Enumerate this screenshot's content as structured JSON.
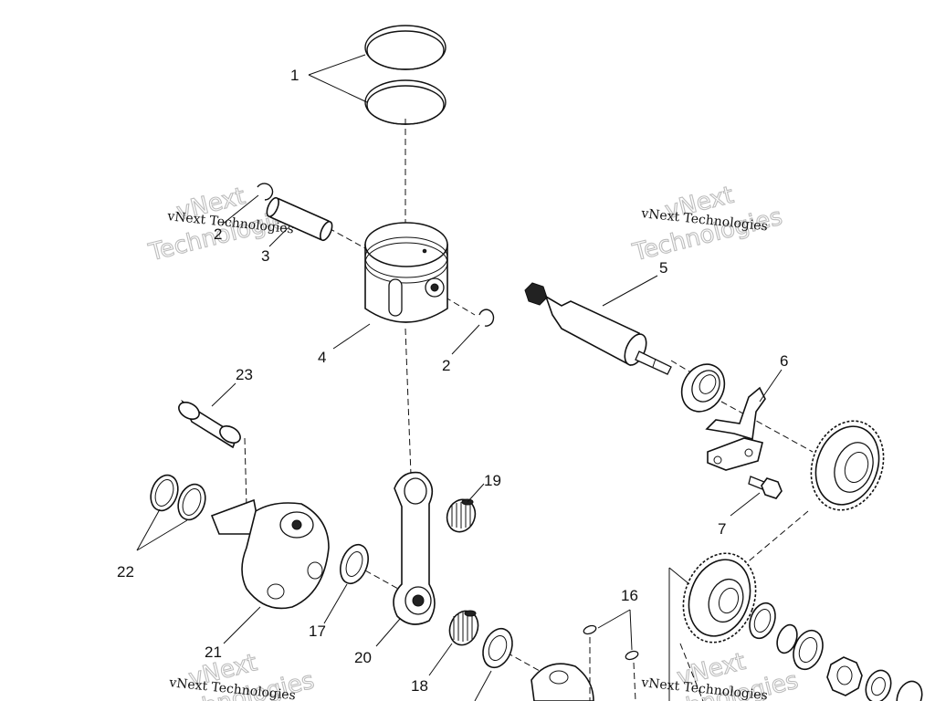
{
  "watermark": {
    "line1": "vNext Technologies",
    "line2a": "vNext",
    "line2b": "Technologies"
  },
  "labels": {
    "l1": "1",
    "l2a": "2",
    "l2b": "2",
    "l3": "3",
    "l4": "4",
    "l5": "5",
    "l6": "6",
    "l7": "7",
    "l16": "16",
    "l17": "17",
    "l18": "18",
    "l19": "19",
    "l20": "20",
    "l21": "21",
    "l22": "22",
    "l23": "23"
  }
}
